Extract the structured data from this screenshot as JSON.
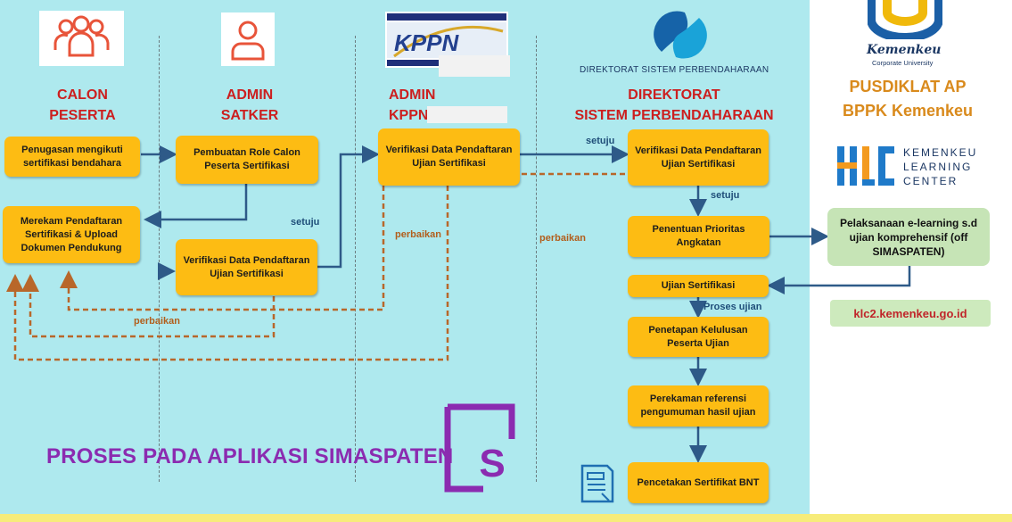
{
  "columns": {
    "calon_peserta": "CALON\nPESERTA",
    "admin_satker": "ADMIN\nSATKER",
    "admin_kppn": "ADMIN\nKPPN",
    "direktorat": "DIREKTORAT\nSISTEM PERBENDAHARAAN"
  },
  "boxes": {
    "penugasan": "Penugasan mengikuti sertifikasi bendahara",
    "merekam": "Merekam Pendaftaran Sertifikasi & Upload Dokumen Pendukung",
    "pembuatan_role": "Pembuatan Role Calon Peserta Sertifikasi",
    "verifikasi_satker": "Verifikasi Data Pendaftaran Ujian Sertifikasi",
    "verifikasi_kppn": "Verifikasi Data Pendaftaran Ujian Sertifikasi",
    "verifikasi_dit": "Verifikasi Data Pendaftaran Ujian Sertifikasi",
    "penentuan_prioritas": "Penentuan Prioritas Angkatan",
    "ujian_sertifikasi": "Ujian Sertifikasi",
    "penetapan_kelulusan": "Penetapan Kelulusan Peserta Ujian",
    "perekaman_referensi": "Perekaman referensi pengumuman hasil ujian",
    "pencetakan_sertifikat": "Pencetakan Sertifikat BNT"
  },
  "labels": {
    "setuju_satker": "setuju",
    "setuju_kppn": "setuju",
    "setuju_dit": "setuju",
    "proses_ujian": "Proses ujian",
    "perbaikan_satker": "perbaikan",
    "perbaikan_kppn": "perbaikan",
    "perbaikan_dit": "perbaikan"
  },
  "logos": {
    "kppn": "KPPN",
    "djpb": "DIREKTORAT SISTEM PERBENDAHARAAN",
    "kemenkeu": "Kemenkeu",
    "kemenkeu_sub": "Corporate University",
    "klc": "KEMENKEU\nLEARNING\nCENTER",
    "simaspaten_letter": "S"
  },
  "title": "PROSES PADA APLIKASI SIMASPATEN",
  "sidebar": {
    "pusdiklat": "PUSDIKLAT AP\nBPPK Kemenkeu",
    "elearning": "Pelaksanaan e-learning s.d ujian komprehensif (off SIMASPATEN)",
    "url": "klc2.kemenkeu.go.id"
  },
  "colors": {
    "panel": "#aee9ee",
    "box": "#fdbc13",
    "arrow_blue": "#2e5a88",
    "arrow_brown": "#b8672a",
    "header_red": "#cc1f1f",
    "title_purple": "#8b2bb0",
    "pusdiklat_orange": "#d98a1c"
  }
}
